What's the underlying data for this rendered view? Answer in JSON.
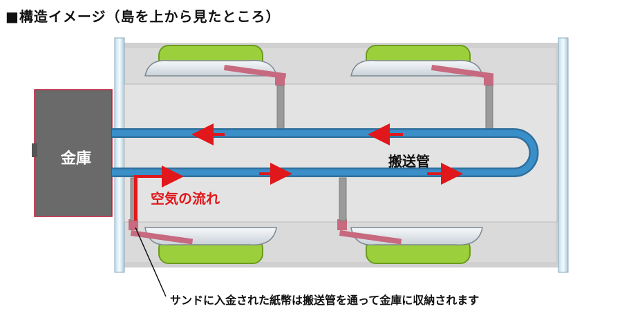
{
  "title": "■構造イメージ（島を上から見たところ）",
  "labels": {
    "safe": "金庫",
    "tube": "搬送管",
    "airflow": "空気の流れ",
    "caption": "サンドに入金された紙幣は搬送管を通って金庫に収納されます"
  },
  "colors": {
    "tube": "#3a8fc8",
    "arrow": "#e0171b",
    "safe": "#6a6a6a",
    "island": "#d8d8d8",
    "machine": "#9ccf3c"
  }
}
